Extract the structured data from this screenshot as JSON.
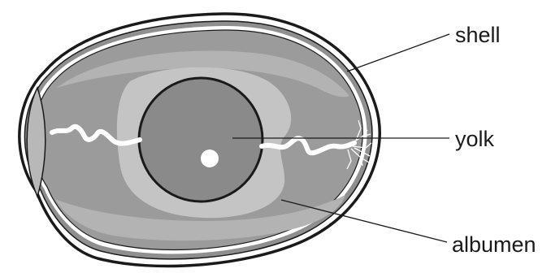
{
  "labels": {
    "shell": "shell",
    "yolk": "yolk",
    "albumen": "albumen"
  },
  "colors": {
    "outline": "#1a1a1a",
    "membrane": "#8f8f8f",
    "albumen_dark": "#9b9b9b",
    "albumen_light": "#c4c4c4",
    "yolk": "#8a8a8a",
    "chalaza": "#ffffff",
    "background": "#ffffff"
  }
}
